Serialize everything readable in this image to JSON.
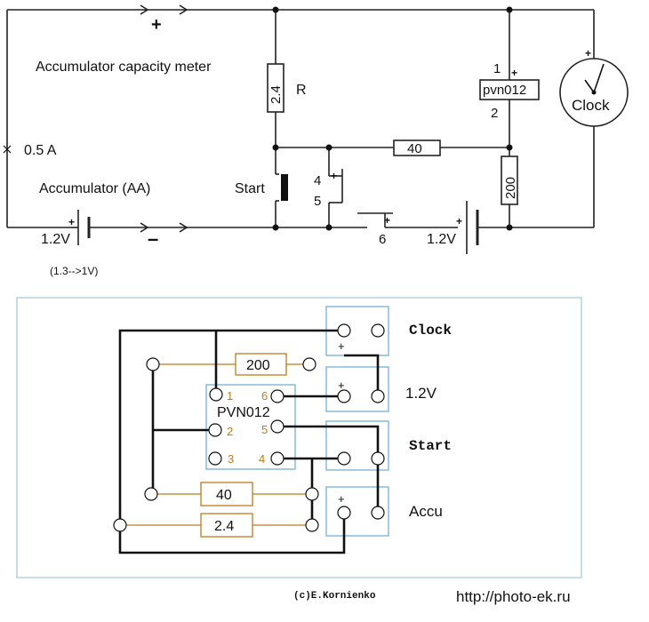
{
  "schematic": {
    "title": "Accumulator capacity meter",
    "current": "0.5 A",
    "accumulator_label": "Accumulator  (AA)",
    "battery_voltage": "1.2V",
    "battery_range": "(1.3-->1V)",
    "plus_sign": "+",
    "minus_sign": "–",
    "r_label": "R",
    "r_value": "2.4",
    "r40_value": "40",
    "r200_value": "200",
    "start_label": "Start",
    "relay_label": "pvn012",
    "pin1": "1",
    "pin2": "2",
    "pin4": "4",
    "pin5": "5",
    "pin6": "6",
    "clock_label": "Clock",
    "battery2_voltage": "1.2V"
  },
  "board": {
    "chip_label": "PVN012",
    "pins": [
      "1",
      "2",
      "3",
      "4",
      "5",
      "6"
    ],
    "r200": "200",
    "r40": "40",
    "r24": "2.4",
    "plus_sign": "+",
    "terminals": [
      "Clock",
      "1.2V",
      "Start",
      "Accu"
    ]
  },
  "footer": {
    "copyright": "(c)E.Kornienko",
    "url": "http://photo-ek.ru"
  },
  "colors": {
    "wire": "#111111",
    "resistor_wire": "#c07a1a",
    "board_border": "#9cc9e0",
    "terminal_border": "#6aaad3"
  }
}
